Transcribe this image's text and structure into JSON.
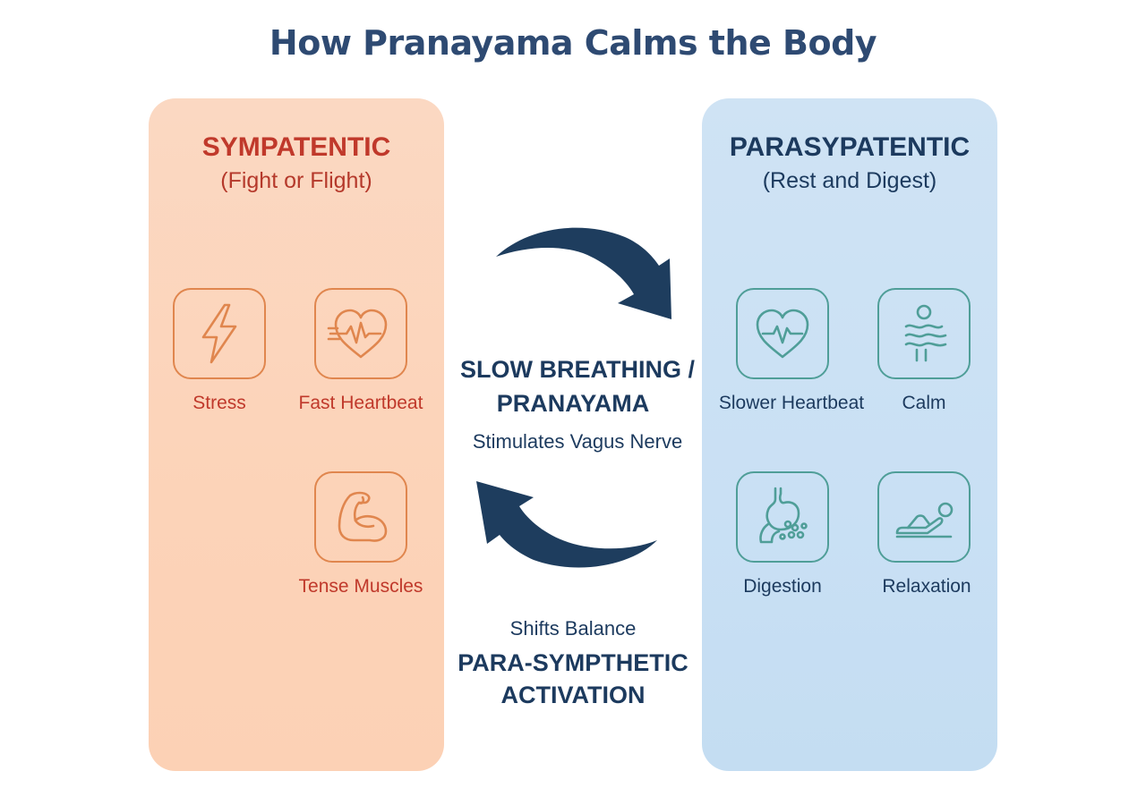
{
  "title": "How Pranayama Calms the Body",
  "colors": {
    "title": "#2e4a72",
    "sympathetic_panel": "#fcd3b8",
    "sympathetic_text": "#c0392b",
    "sympathetic_icon": "#e0864e",
    "parasympathetic_panel": "#c9e0f4",
    "parasympathetic_text": "#1c3a5e",
    "parasympathetic_icon": "#4f9e98",
    "arrow": "#1e3d5e"
  },
  "sympathetic": {
    "heading": "SYMPATENTIC",
    "subheading": "(Fight or Flight)",
    "items": [
      {
        "label": "Stress",
        "icon": "lightning-icon"
      },
      {
        "label": "Fast Heartbeat",
        "icon": "fast-heartbeat-icon"
      },
      {
        "label": "Tense Muscles",
        "icon": "flexed-arm-icon"
      }
    ]
  },
  "parasympathetic": {
    "heading": "PARASYPATENTIC",
    "subheading": "(Rest and Digest)",
    "items": [
      {
        "label": "Slower Heartbeat",
        "icon": "heart-pulse-icon"
      },
      {
        "label": "Calm",
        "icon": "calm-waves-icon"
      },
      {
        "label": "Digestion",
        "icon": "stomach-icon"
      },
      {
        "label": "Relaxation",
        "icon": "reclining-person-icon"
      }
    ]
  },
  "center": {
    "line1": "SLOW BREATHING /",
    "line2": "PRANAYAMA",
    "line3": "Stimulates Vagus Nerve",
    "line4": "Shifts Balance",
    "line5": "PARA-SYMPTHETIC",
    "line6": "ACTIVATION"
  }
}
